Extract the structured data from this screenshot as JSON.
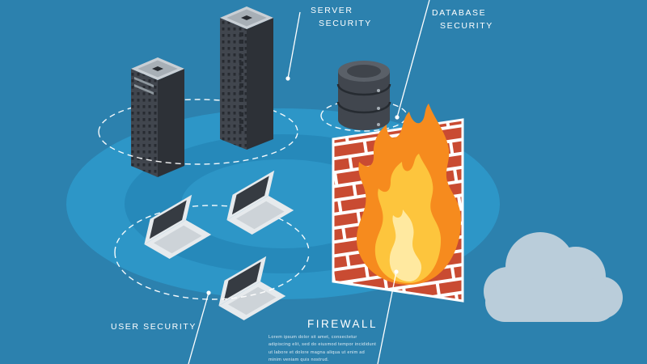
{
  "labels": {
    "server": {
      "line1": "SERVER",
      "line2": "SECURITY"
    },
    "database": {
      "line1": "DATABASE",
      "line2": "SECURITY"
    },
    "user": {
      "text": "USER SECURITY"
    },
    "firewall": {
      "title": "FIREWALL",
      "description": "Lorem ipsum dolor sit amet, consectetur adipiscing elit, sed do eiusmod tempor incididunt ut labore et dolore magna aliqua ut enim ad minim veniam quis nostrud."
    }
  },
  "icons": {
    "server_tower": "isometric-server-tower",
    "server_rack": "isometric-server-rack-tall",
    "database": "isometric-database-cylinder",
    "laptop": "isometric-laptop",
    "firewall": "brick-wall",
    "flame": "fire-flame",
    "cloud": "cloud"
  },
  "colors": {
    "background": "#2C81AE",
    "platform_light": "#2D96C7",
    "platform_mid": "#2689BA",
    "dashed_line": "#FFFFFF",
    "leader_line": "#FFFFFF",
    "text": "#FFFFFF",
    "brick": "#C94B32",
    "mortar": "#FFFFFF",
    "flame_outer": "#F68B1E",
    "flame_mid": "#FDC53D",
    "flame_core": "#FFE9A0",
    "cloud": "#BACDDA",
    "server_front": "#41464E",
    "server_side": "#2D3137",
    "server_top": "#C9CFD5",
    "server_top_inner": "#A7AFB6",
    "vent": "#272B31",
    "laptop_body": "#E6EAED",
    "laptop_screen": "#363B42",
    "laptop_keyboard": "#CDD3D8"
  }
}
